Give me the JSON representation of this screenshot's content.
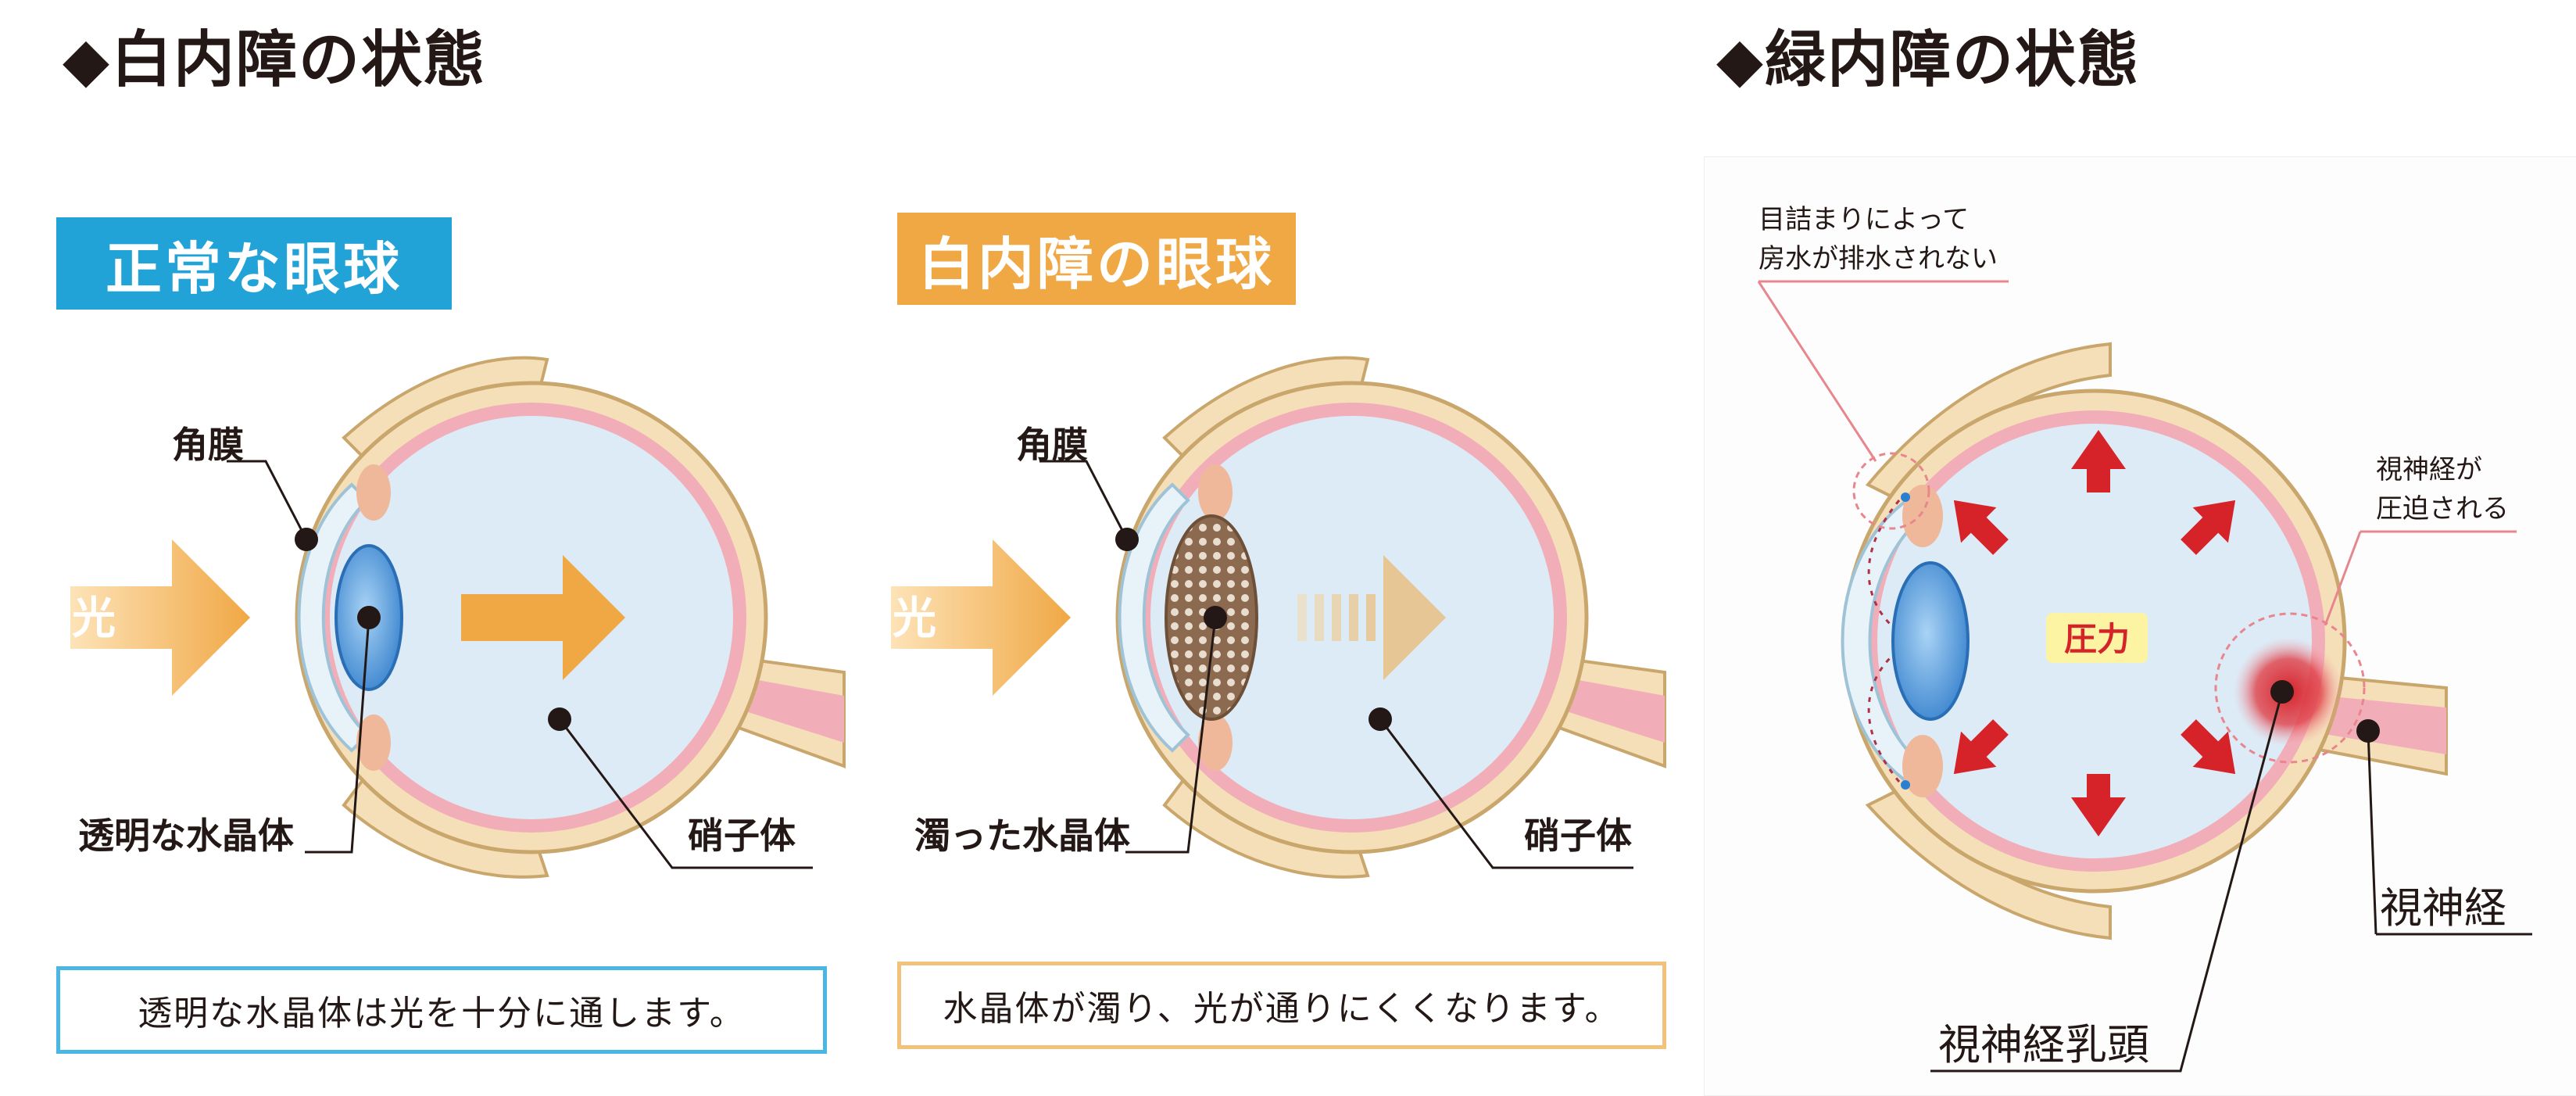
{
  "titles": {
    "cataract": "◆白内障の状態",
    "glaucoma": "◆緑内障の状態"
  },
  "normal_eye": {
    "badge": "正常な眼球",
    "cornea": "角膜",
    "light": "光",
    "lens": "透明な水晶体",
    "vitreous": "硝子体",
    "caption": "透明な水晶体は光を十分に通します。"
  },
  "cataract_eye": {
    "badge": "白内障の眼球",
    "cornea": "角膜",
    "light": "光",
    "lens": "濁った水晶体",
    "vitreous": "硝子体",
    "caption": "水晶体が濁り、光が通りにくくなります。"
  },
  "glaucoma_eye": {
    "note_line1": "目詰まりによって",
    "note_line2": "房水が排水されない",
    "pressure": "圧力",
    "nerve_note_line1": "視神経が",
    "nerve_note_line2": "圧迫される",
    "optic_nerve": "視神経",
    "optic_disc": "視神経乳頭"
  },
  "colors": {
    "sclera": "#f5dfb8",
    "sclera_edge": "#c9a66b",
    "retina": "#f2aeb8",
    "vitreous": "#dcebf6",
    "lens": "#5b9fd8",
    "cloudy_lens": "#8c6a50",
    "arrow": "#f0a845",
    "pressure_arrow": "#d6232a",
    "blue_accent": "#22a3d8",
    "orange_accent": "#f0a845"
  }
}
